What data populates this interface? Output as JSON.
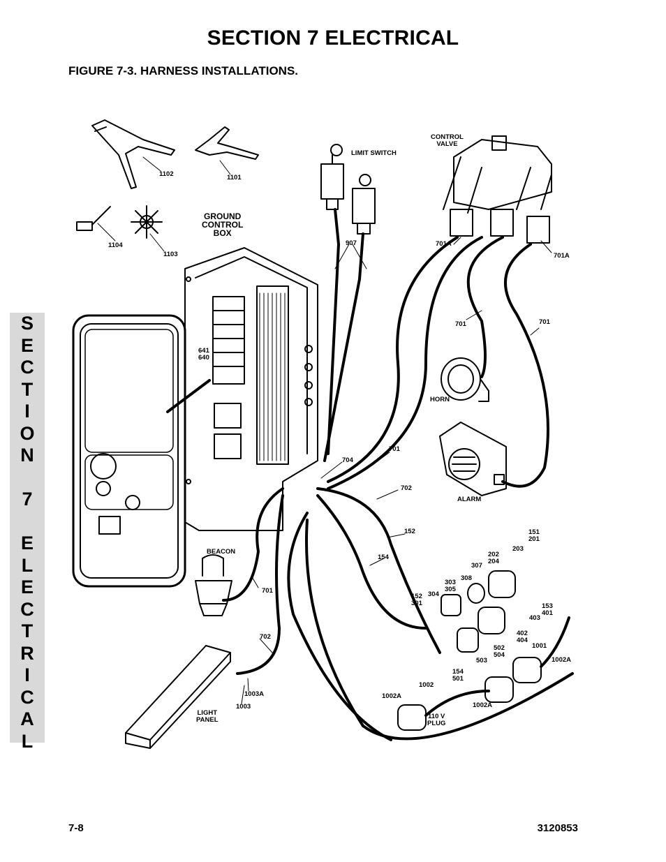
{
  "header": {
    "section_title": "SECTION 7  ELECTRICAL",
    "figure_title": "FIGURE 7-3.    HARNESS INSTALLATIONS."
  },
  "side_tab": {
    "letters": [
      "S",
      "E",
      "C",
      "T",
      "I",
      "O",
      "N",
      "",
      "7",
      "",
      "E",
      "L",
      "E",
      "C",
      "T",
      "R",
      "I",
      "C",
      "A",
      "L"
    ]
  },
  "footer": {
    "page_number": "7-8",
    "doc_number": "3120853"
  },
  "callouts": {
    "c1102": "1102",
    "c1101": "1101",
    "c1104": "1104",
    "c1103": "1103",
    "ground_control_box": "GROUND\nCONTROL\nBOX",
    "limit_switch": "LIMIT SWITCH",
    "c907": "907",
    "control_valve": "CONTROL\nVALVE",
    "c701a_left": "701A",
    "c701a_right": "701A",
    "c701_a": "701",
    "c701_b": "701",
    "c701_c": "701",
    "c701_d": "701",
    "horn": "HORN",
    "alarm": "ALARM",
    "c641_640": "641\n640",
    "c704": "704",
    "c702_a": "702",
    "c702_b": "702",
    "c152": "152",
    "c154": "154",
    "beacon": "BEACON",
    "c151_201": "151\n201",
    "c203": "203",
    "c202_204": "202\n204",
    "c307": "307",
    "c308": "308",
    "c303_305": "303\n305",
    "c152_301": "152\n301",
    "c304": "304",
    "c153_401": "153\n401",
    "c403": "403",
    "c402_404": "402\n404",
    "c1001": "1001",
    "c502_504": "502\n504",
    "c503": "503",
    "c154_501": "154\n501",
    "c1002a_r": "1002A",
    "c1002": "1002",
    "c1002a_l": "1002A",
    "c1002a_m": "1002A",
    "plug": "110 V\nPLUG",
    "c1003a": "1003A",
    "c1003": "1003",
    "light_panel": "LIGHT\nPANEL"
  }
}
